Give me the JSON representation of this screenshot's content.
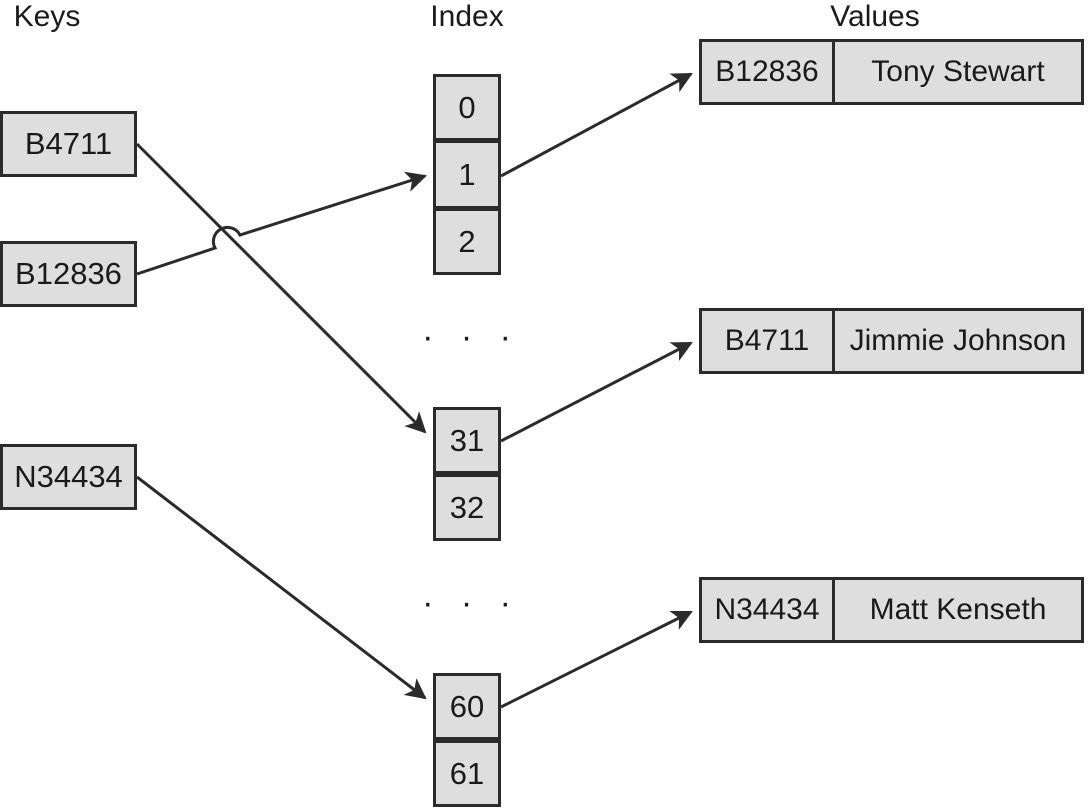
{
  "headers": {
    "keys": "Keys",
    "index": "Index",
    "values": "Values"
  },
  "keys": {
    "items": [
      {
        "label": "B4711"
      },
      {
        "label": "B12836"
      },
      {
        "label": "N34434"
      }
    ]
  },
  "index": {
    "groups": [
      {
        "cells": [
          "0",
          "1",
          "2"
        ]
      },
      {
        "cells": [
          "31",
          "32"
        ]
      },
      {
        "cells": [
          "60",
          "61"
        ]
      }
    ],
    "ellipsis": [
      "· · ·",
      "· · ·"
    ]
  },
  "values": {
    "rows": [
      {
        "key": "B12836",
        "name": "Tony Stewart"
      },
      {
        "key": "B4711",
        "name": "Jimmie Johnson"
      },
      {
        "key": "N34434",
        "name": "Matt Kenseth"
      }
    ]
  },
  "colors": {
    "box_fill": "#dedede",
    "stroke": "#2b2b2b",
    "text": "#1a1a1a",
    "background": "#ffffff"
  }
}
